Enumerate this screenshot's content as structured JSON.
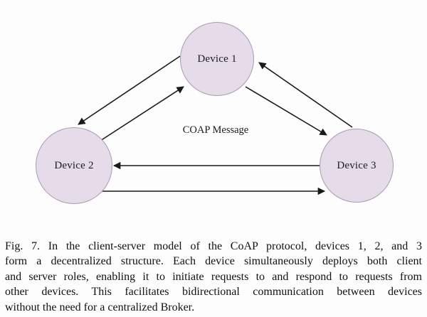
{
  "colors": {
    "node_fill": "#e5dbe9",
    "node_border": "#a79bb2",
    "arrow": "#1a1a1a"
  },
  "figure": {
    "nodes": [
      {
        "id": "device-1",
        "label": "Device 1"
      },
      {
        "id": "device-2",
        "label": "Device 2"
      },
      {
        "id": "device-3",
        "label": "Device 3"
      }
    ],
    "edge_label": "COAP Message",
    "edges": [
      {
        "from": "device-1",
        "to": "device-2"
      },
      {
        "from": "device-2",
        "to": "device-1"
      },
      {
        "from": "device-1",
        "to": "device-3"
      },
      {
        "from": "device-3",
        "to": "device-1"
      },
      {
        "from": "device-3",
        "to": "device-2"
      },
      {
        "from": "device-2",
        "to": "device-3"
      }
    ]
  },
  "caption": {
    "lines": [
      "Fig. 7.  In the client-server model of the CoAP protocol, devices 1, 2, and 3",
      "form a decentralized structure. Each device simultaneously deploys both client",
      "and server roles, enabling it to initiate requests to and respond to requests from",
      "other devices. This facilitates bidirectional communication between devices",
      "without the need for a centralized Broker."
    ]
  }
}
